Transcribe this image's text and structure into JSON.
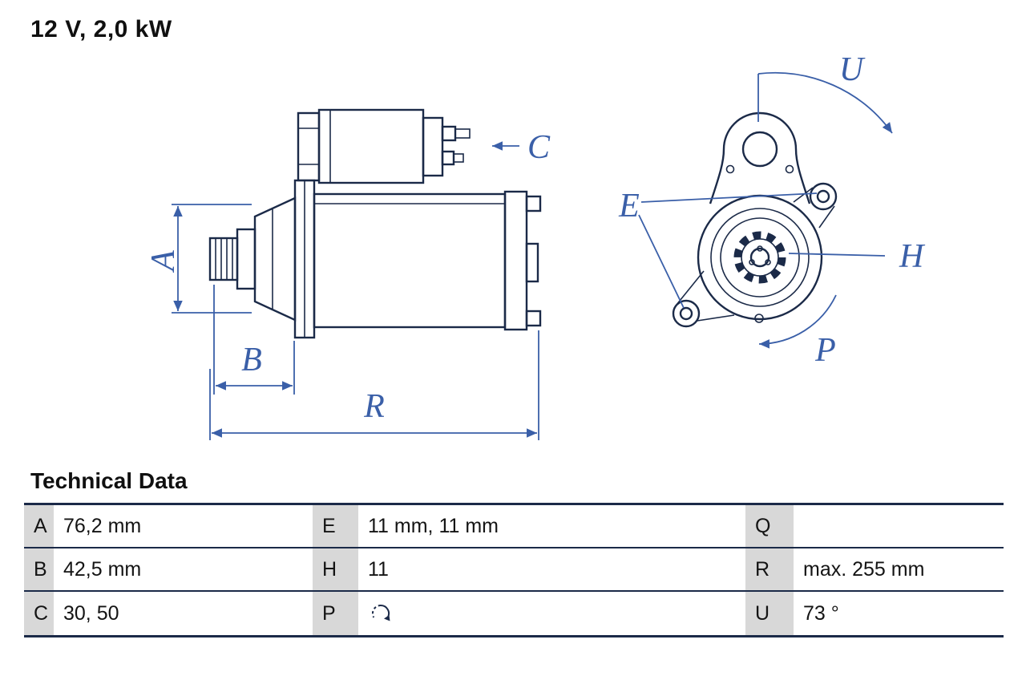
{
  "title": "12 V, 2,0 kW",
  "drawing": {
    "labels": {
      "A": "A",
      "B": "B",
      "C": "C",
      "E": "E",
      "H": "H",
      "P": "P",
      "R": "R",
      "U": "U"
    }
  },
  "technical_data": {
    "heading": "Technical Data",
    "rows": [
      {
        "cells": [
          {
            "key": "A",
            "value": "76,2 mm"
          },
          {
            "key": "E",
            "value": "11 mm, 11 mm"
          },
          {
            "key": "Q",
            "value": ""
          }
        ]
      },
      {
        "cells": [
          {
            "key": "B",
            "value": "42,5 mm"
          },
          {
            "key": "H",
            "value": "11"
          },
          {
            "key": "R",
            "value": "max. 255 mm"
          }
        ]
      },
      {
        "cells": [
          {
            "key": "C",
            "value": "30, 50"
          },
          {
            "key": "P",
            "value": "",
            "icon": "rotation-direction-icon"
          },
          {
            "key": "U",
            "value": "73 °"
          }
        ]
      }
    ]
  },
  "colors": {
    "annotation_blue": "#3a5fa8",
    "line_dark": "#1b2a48",
    "table_key_background": "#d8d8d8",
    "background": "#ffffff",
    "text": "#141414"
  }
}
